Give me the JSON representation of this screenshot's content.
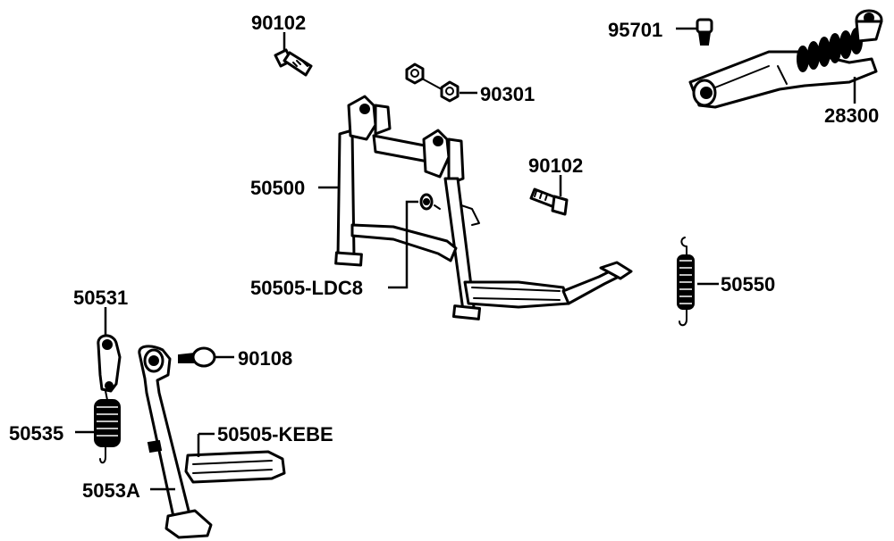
{
  "diagram": {
    "labels": {
      "p90102_top": "90102",
      "p90301": "90301",
      "p95701": "95701",
      "p28300": "28300",
      "p50500": "50500",
      "p90102_mid": "90102",
      "p50505_ldc8": "50505-LDC8",
      "p50550": "50550",
      "p50531": "50531",
      "p90108": "90108",
      "p50535": "50535",
      "p50505_kebe": "50505-KEBE",
      "p5053a": "5053A"
    }
  }
}
